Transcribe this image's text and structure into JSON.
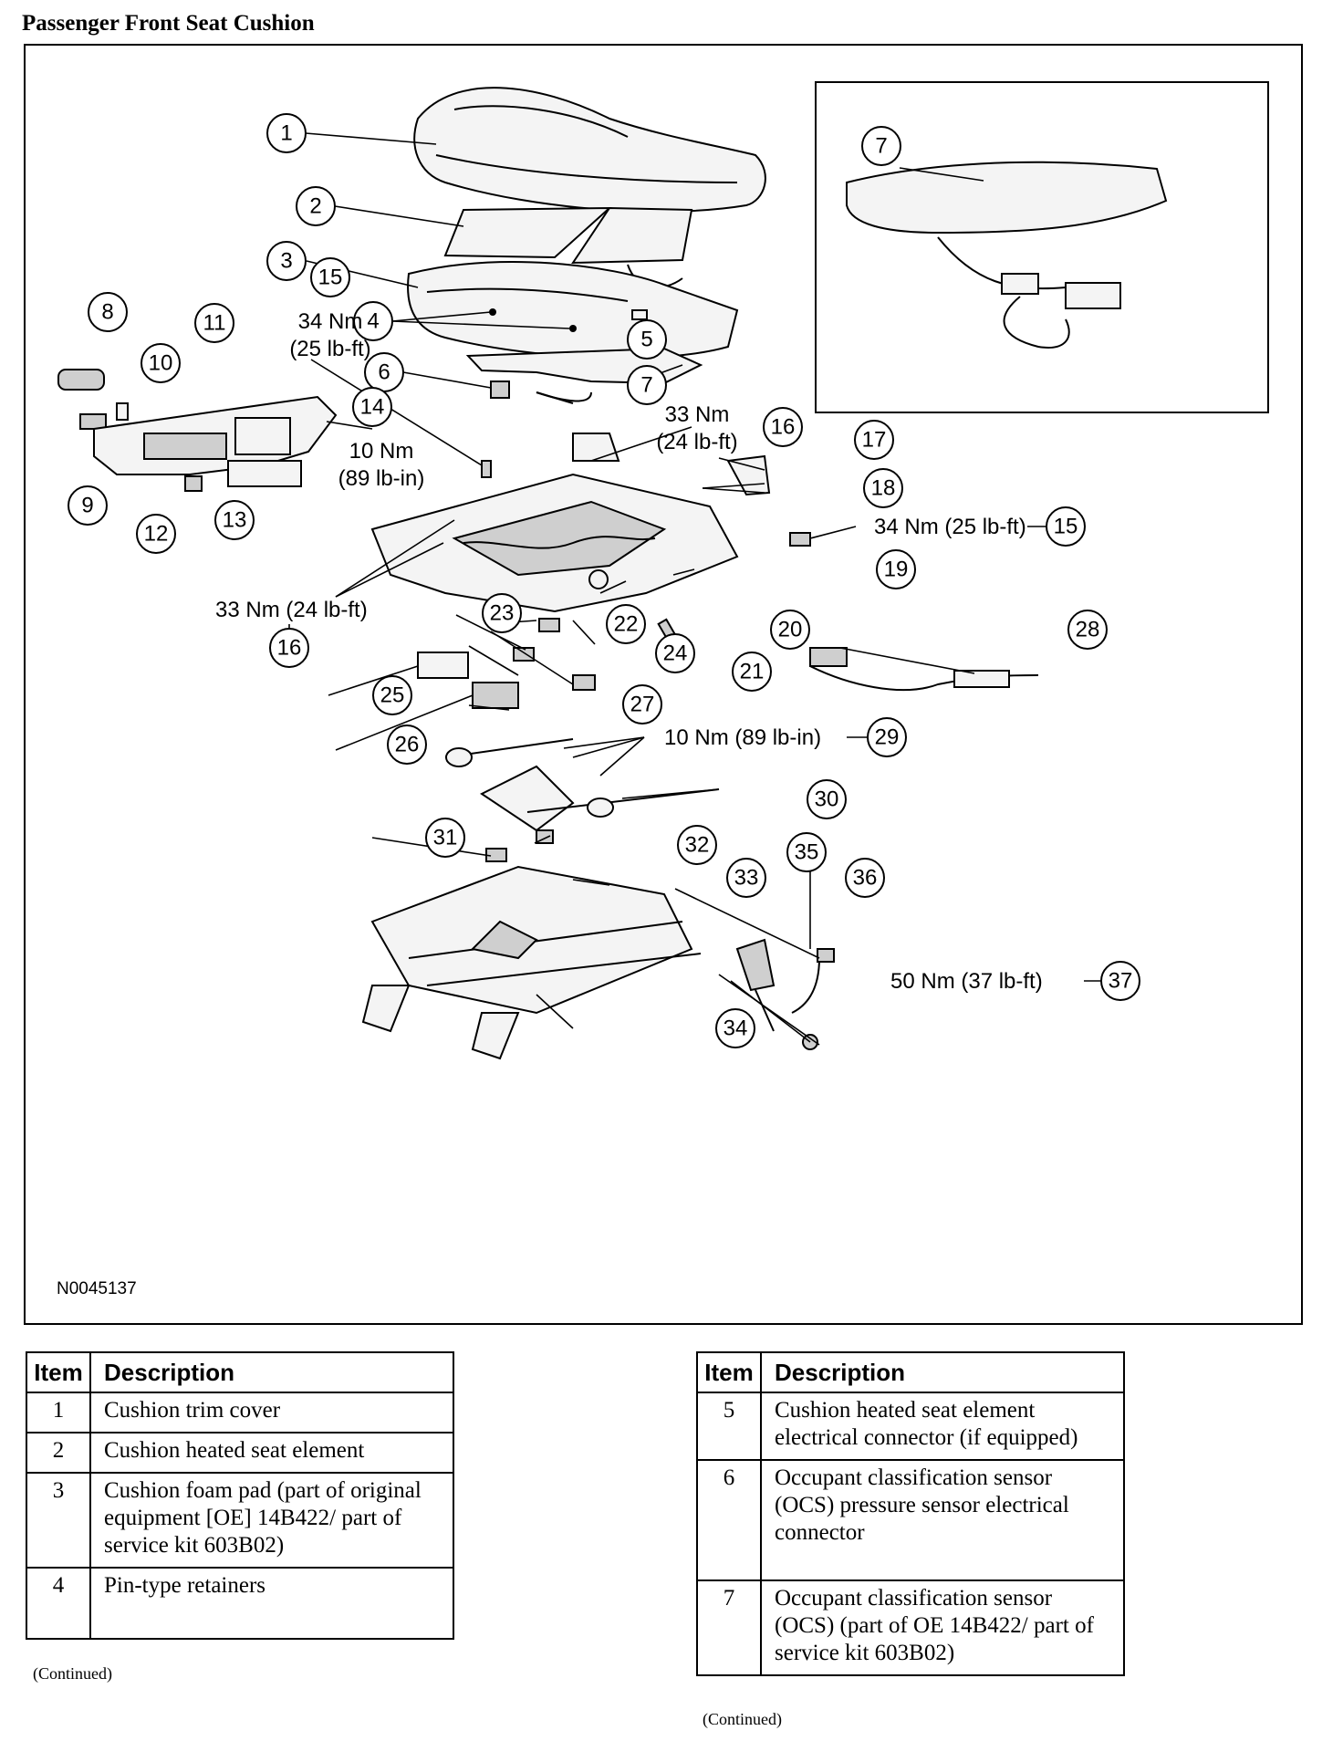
{
  "page": {
    "title": "Passenger Front Seat Cushion",
    "figure_id": "N0045137"
  },
  "callouts": [
    "1",
    "2",
    "3",
    "4",
    "5",
    "6",
    "7",
    "8",
    "9",
    "10",
    "11",
    "12",
    "13",
    "14",
    "15",
    "16",
    "17",
    "18",
    "19",
    "20",
    "21",
    "22",
    "23",
    "24",
    "25",
    "26",
    "27",
    "28",
    "29",
    "30",
    "31",
    "32",
    "33",
    "34",
    "35",
    "36",
    "37"
  ],
  "torque_labels": {
    "t15a_line1": "34 Nm",
    "t15a_line2": "(25 lb-ft)",
    "t14_line1": "10 Nm",
    "t14_line2": "(89 lb-in)",
    "t16a_line1": "33 Nm",
    "t16a_line2": "(24 lb-ft)",
    "t15b": "34 Nm (25 lb-ft)",
    "t16b": "33 Nm (24 lb-ft)",
    "t29": "10 Nm (89 lb-in)",
    "t37": "50 Nm (37 lb-ft)"
  },
  "table_left": {
    "headers": [
      "Item",
      "Description"
    ],
    "rows": [
      {
        "item": "1",
        "description": "Cushion trim cover"
      },
      {
        "item": "2",
        "description": "Cushion heated seat element"
      },
      {
        "item": "3",
        "description": "Cushion foam pad (part of original equipment [OE] 14B422/ part of service kit 603B02)"
      },
      {
        "item": "4",
        "description": "Pin-type retainers"
      }
    ],
    "continued": "(Continued)"
  },
  "table_right": {
    "headers": [
      "Item",
      "Description"
    ],
    "rows": [
      {
        "item": "5",
        "description": "Cushion heated seat element electrical connector (if equipped)"
      },
      {
        "item": "6",
        "description": "Occupant classification sensor (OCS) pressure sensor electrical connector"
      },
      {
        "item": "7",
        "description": "Occupant classification sensor (OCS) (part of OE 14B422/ part of service kit 603B02)"
      }
    ],
    "continued": "(Continued)"
  }
}
